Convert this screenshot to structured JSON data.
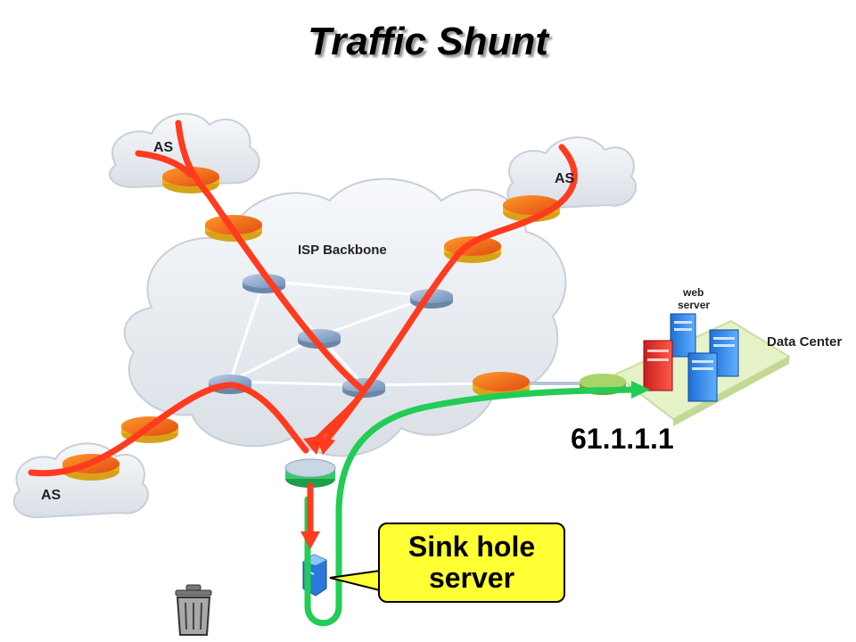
{
  "title": "Traffic Shunt",
  "labels": {
    "as_top_left": "AS",
    "as_top_right": "AS",
    "as_bottom_left": "AS",
    "isp_backbone": "ISP Backbone",
    "web_server_line1": "web",
    "web_server_line2": "server",
    "data_center": "Data Center",
    "ip_address": "61.1.1.1",
    "callout_line1": "Sink hole",
    "callout_line2": "server"
  },
  "colors": {
    "attack_traffic": "#ff3b1f",
    "shunt_path": "#22cc55",
    "callout_fill": "#ffff33",
    "cloud": "#e8ecf1",
    "router_edge": "#f07a18",
    "router_core": "#8aa6c8",
    "sinkhole_router": "#33cc66",
    "data_center_pad": "#e6f2c8"
  },
  "icons": [
    "cloud-icon",
    "router-icon",
    "server-icon",
    "trash-can-icon"
  ]
}
